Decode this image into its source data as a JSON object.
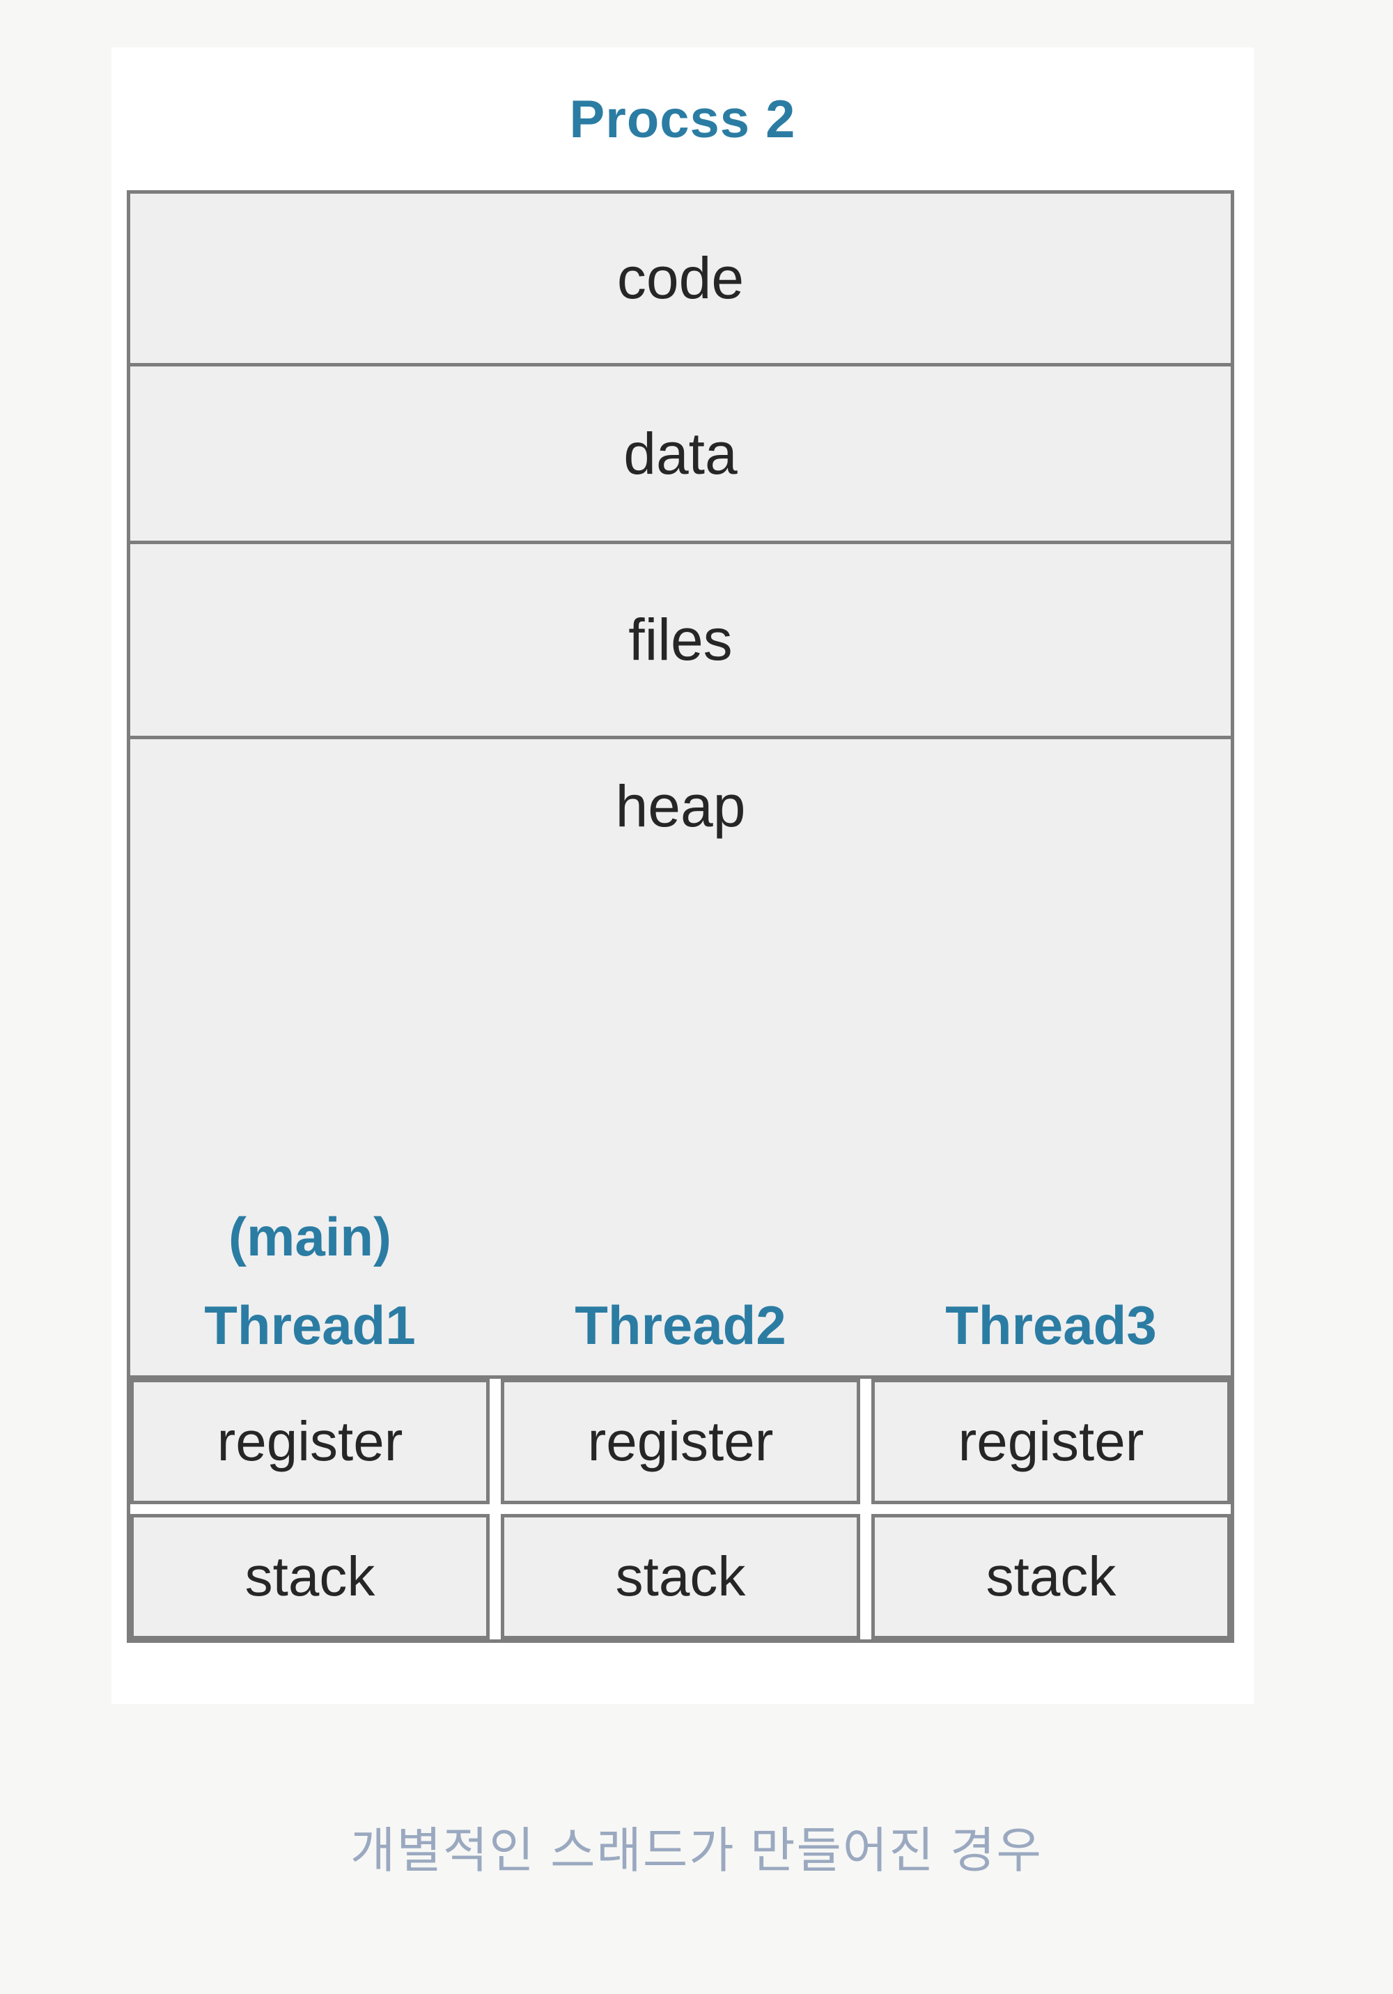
{
  "diagram": {
    "title": "Procss 2",
    "sections": [
      "code",
      "data",
      "files",
      "heap"
    ],
    "main_label": "(main)",
    "columns": [
      {
        "thread": "Thread1",
        "register": "register",
        "stack": "stack"
      },
      {
        "thread": "Thread2",
        "register": "register",
        "stack": "stack"
      },
      {
        "thread": "Thread3",
        "register": "register",
        "stack": "stack"
      }
    ],
    "caption": "개별적인 스래드가 만들어진 경우"
  },
  "colors": {
    "accent_blue": "#2b7ca3",
    "caption_gray_blue": "#9aa9c0",
    "box_border": "#7d7d7d",
    "box_fill": "#efefef",
    "panel_background": "#ffffff",
    "page_background": "#f7f7f5",
    "section_text": "#262626"
  }
}
